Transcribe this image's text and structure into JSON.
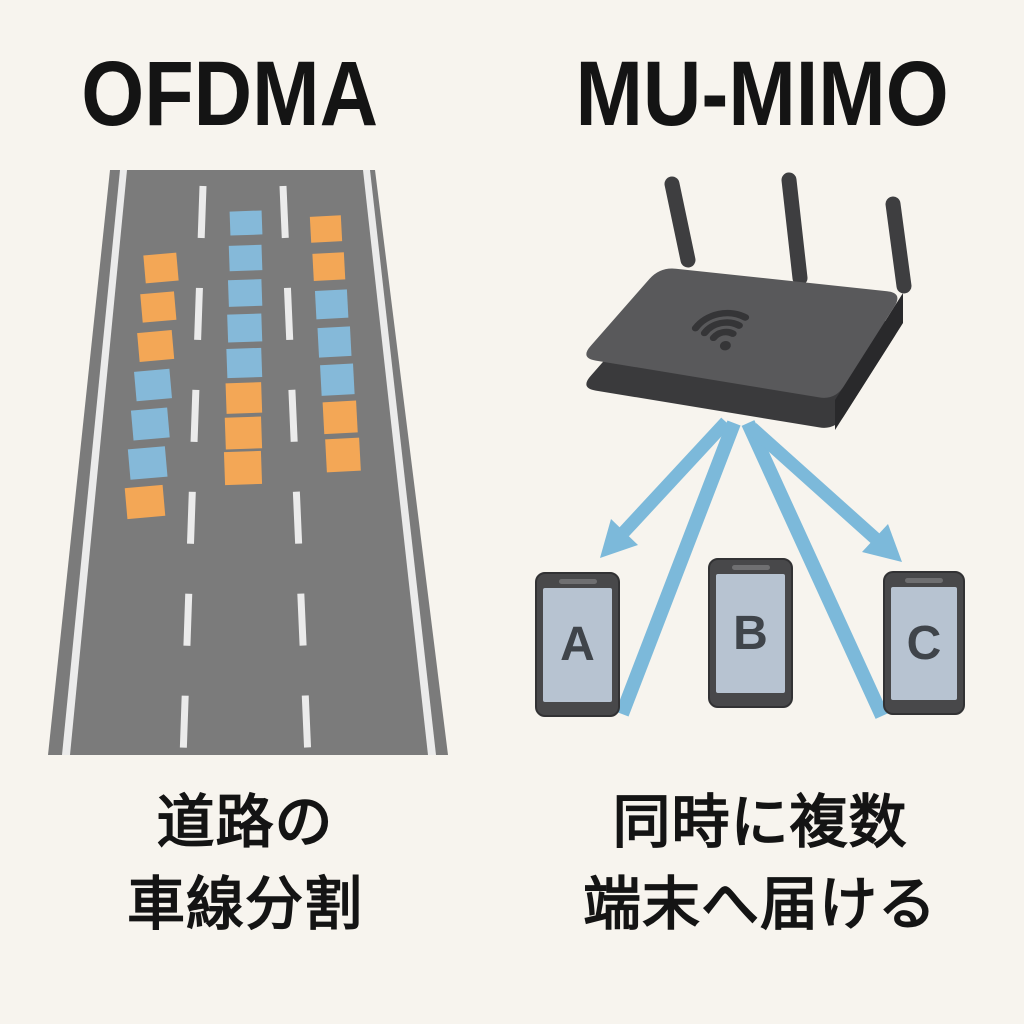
{
  "palette": {
    "bg": "#f7f4ee",
    "ink": "#141414",
    "road_gray": "#7b7b7b",
    "road_line": "#ebebeb",
    "square_orange": "#f3a756",
    "square_blue": "#85b9d9",
    "arrow_blue": "#7cb9da",
    "router_top": "#59595b",
    "router_body": "#3a3a3c",
    "router_side": "#29292b",
    "router_detail": "#353537",
    "antenna": "#3e3e40",
    "phone_body": "#48484a",
    "phone_border": "#323234",
    "phone_screen": "#b7c3d1",
    "phone_speaker": "#6f6f71",
    "phone_letter": "#3f444a"
  },
  "left_panel": {
    "title": "OFDMA",
    "caption_line1": "道路の",
    "caption_line2": "車線分割",
    "road": {
      "columns": [
        {
          "cells": [
            "orange",
            "orange",
            "orange",
            "blue",
            "blue",
            "blue",
            "orange"
          ]
        },
        {
          "cells": [
            "blue",
            "blue",
            "blue",
            "blue",
            "blue",
            "orange",
            "orange",
            "orange"
          ]
        },
        {
          "cells": [
            "orange",
            "orange",
            "blue",
            "blue",
            "blue",
            "orange",
            "orange"
          ]
        }
      ]
    }
  },
  "right_panel": {
    "title": "MU-MIMO",
    "caption_line1": "同時に複数",
    "caption_line2": "端末へ届ける",
    "devices": [
      {
        "label": "A"
      },
      {
        "label": "B"
      },
      {
        "label": "C"
      }
    ]
  }
}
